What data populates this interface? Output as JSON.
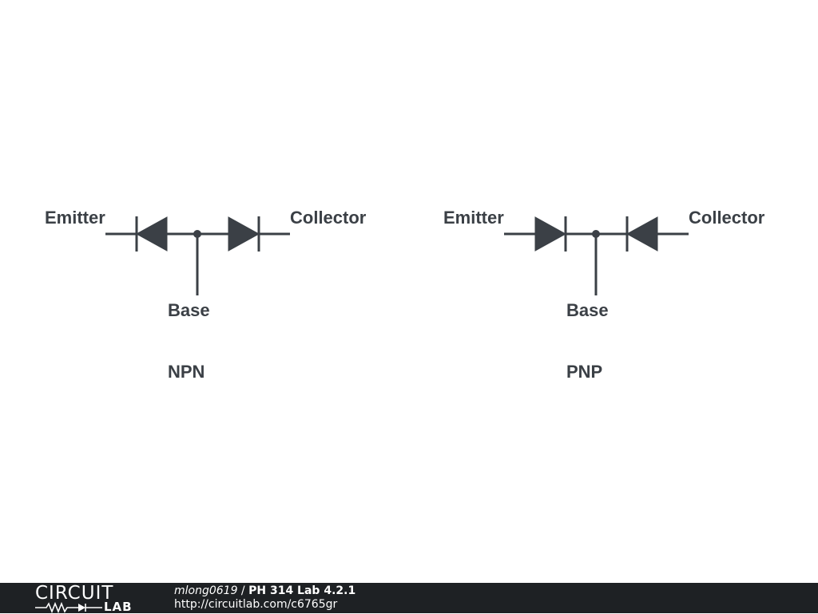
{
  "diagram": {
    "stroke_color": "#3b4046",
    "circuits": [
      {
        "id": "npn",
        "emitter_label": "Emitter",
        "collector_label": "Collector",
        "base_label": "Base",
        "type_label": "NPN"
      },
      {
        "id": "pnp",
        "emitter_label": "Emitter",
        "collector_label": "Collector",
        "base_label": "Base",
        "type_label": "PNP"
      }
    ]
  },
  "footer": {
    "logo_top": "CIRCUIT",
    "logo_bottom": "LAB",
    "author": "mlong0619",
    "separator": " / ",
    "title": "PH 314 Lab 4.2.1",
    "url": "http://circuitlab.com/c6765gr"
  }
}
